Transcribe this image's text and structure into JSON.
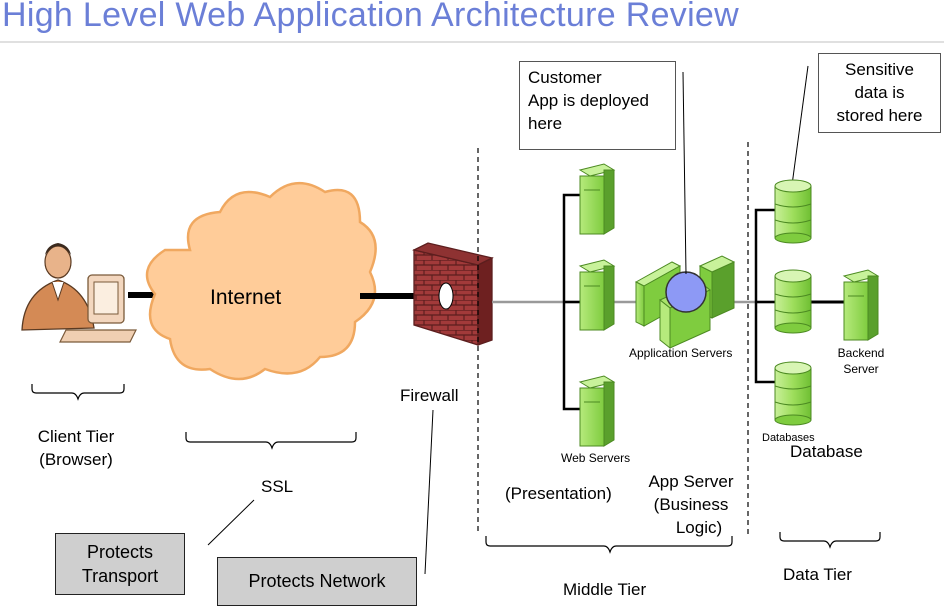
{
  "title": "High Level Web Application Architecture Review",
  "labels": {
    "internet": "Internet",
    "client_tier_line1": "Client Tier",
    "client_tier_line2": "(Browser)",
    "ssl": "SSL",
    "firewall": "Firewall",
    "web_servers": "Web Servers",
    "application_servers": "Application Servers",
    "backend_server_line1": "Backend",
    "backend_server_line2": "Server",
    "databases": "Databases",
    "database": "Database",
    "presentation": "(Presentation)",
    "app_server_line1": "App Server",
    "app_server_line2": "(Business",
    "app_server_line3": "Logic)",
    "middle_tier": "Middle Tier",
    "data_tier": "Data Tier"
  },
  "callouts": {
    "customer_line1": "Customer",
    "customer_line2": "App is deployed",
    "customer_line3": "here",
    "sensitive_line1": "Sensitive",
    "sensitive_line2": "data is",
    "sensitive_line3": "stored here",
    "protects_transport_line1": "Protects",
    "protects_transport_line2": "Transport",
    "protects_network": "Protects Network"
  },
  "colors": {
    "title": "#6b7fd7",
    "cloud_fill": "#ffcc99",
    "cloud_stroke": "#f0a860",
    "server_green": "#99dd55",
    "server_dark": "#5aa02c",
    "firewall_brick": "#a23a3a",
    "deploy_circle": "#8d99f5",
    "callout_gray": "#cfcfcf"
  }
}
